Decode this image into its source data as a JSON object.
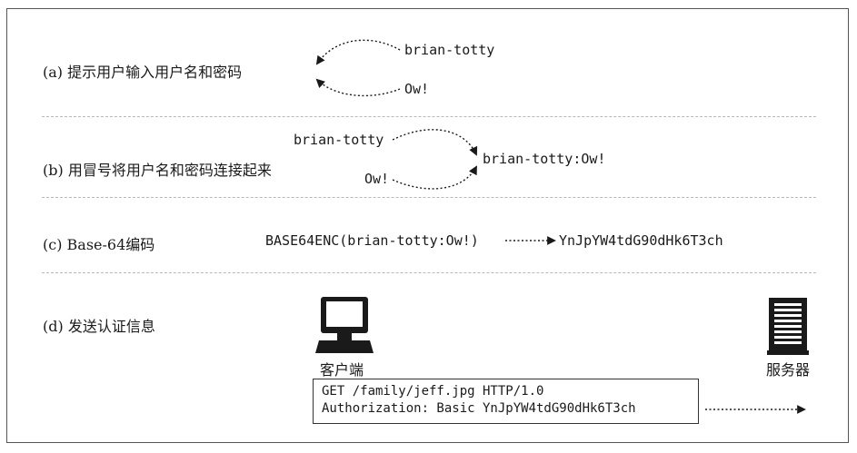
{
  "steps": {
    "a": {
      "label": "(a) 提示用户输入用户名和密码",
      "username": "brian-totty",
      "password": "Ow!"
    },
    "b": {
      "label": "(b) 用冒号将用户名和密码连接起来",
      "username": "brian-totty",
      "password": "Ow!",
      "combined": "brian-totty:Ow!"
    },
    "c": {
      "label": "(c) Base-64编码",
      "input": "BASE64ENC(brian-totty:Ow!)",
      "output": "YnJpYW4tdG90dHk6T3ch"
    },
    "d": {
      "label": "(d) 发送认证信息",
      "client_label": "客户端",
      "server_label": "服务器",
      "request_line": "GET /family/jeff.jpg HTTP/1.0",
      "auth_header": "Authorization: Basic YnJpYW4tdG90dHk6T3ch"
    }
  },
  "icons": {
    "client": "computer-icon",
    "server": "server-icon"
  },
  "colors": {
    "ink": "#1a1a1a",
    "divider": "#b8b8b8"
  }
}
